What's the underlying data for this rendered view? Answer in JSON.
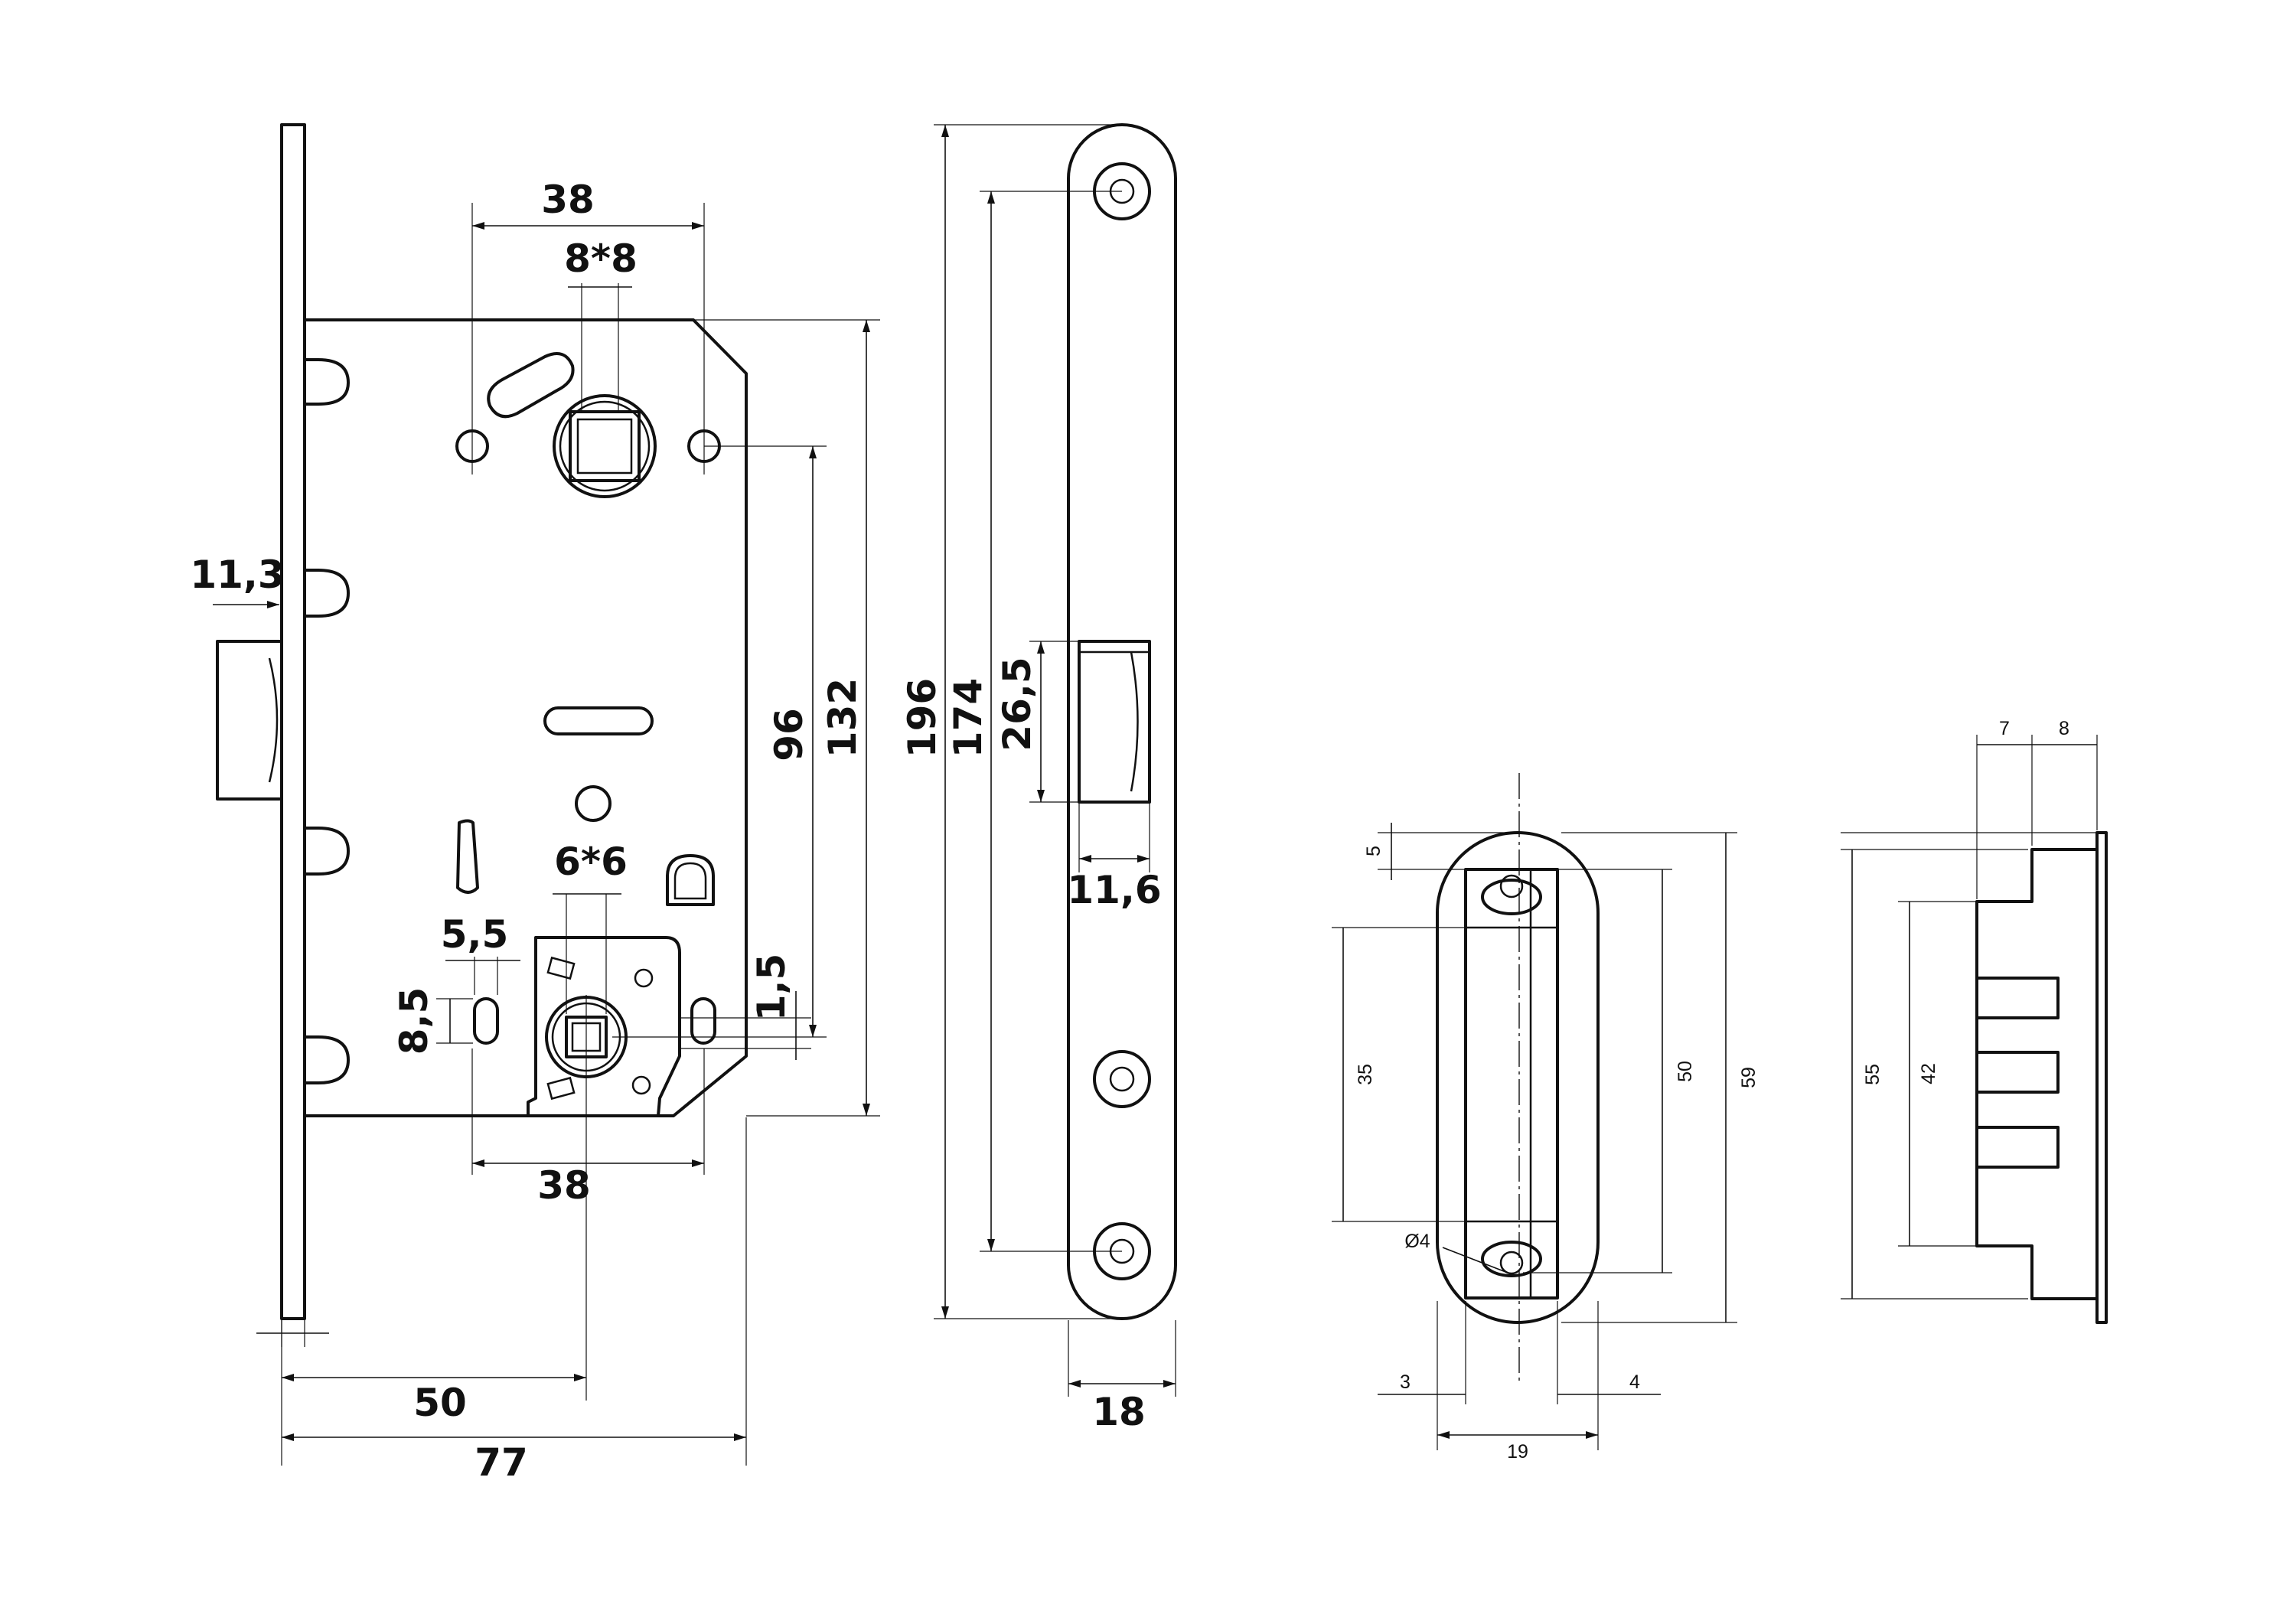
{
  "lock_body": {
    "labels": {
      "backset_top": "38",
      "square_spindle": "8*8",
      "faceplate_thickness": "11,3",
      "slot_width": "5,5",
      "square_bottom": "6*6",
      "slot_height": "8,5",
      "offset": "1,5",
      "center_distance": "96",
      "body_height": "132",
      "backset_bottom": "38",
      "backset": "50",
      "body_depth": "77"
    }
  },
  "faceplate": {
    "labels": {
      "height": "196",
      "screw_spacing": "174",
      "latch_height": "26,5",
      "latch_width": "11,6",
      "width": "18"
    }
  },
  "strike_plate": {
    "labels": {
      "top_offset": "5",
      "slot_length": "35",
      "hole_spacing": "50",
      "height": "59",
      "hole_diameter": "Ø4",
      "left_margin": "3",
      "right_margin": "4",
      "width": "19"
    }
  },
  "strike_side": {
    "labels": {
      "depth_a": "7",
      "depth_b": "8",
      "height": "55",
      "inner_height": "42"
    }
  }
}
